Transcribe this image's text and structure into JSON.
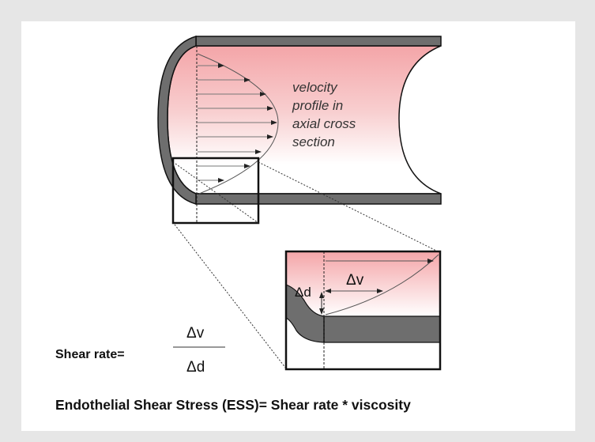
{
  "diagram": {
    "label_lines": [
      "velocity",
      "profile in",
      "axial cross",
      "section"
    ],
    "delta_v": "Δv",
    "delta_d": "Δd",
    "shear_rate_label": "Shear rate=",
    "fraction_numerator": "Δv",
    "fraction_denominator": "Δd",
    "formula": "Endothelial Shear Stress (ESS)= Shear rate * viscosity"
  },
  "colors": {
    "wall": "#6e6e6e",
    "blood": "#f4a5a8",
    "background": "#e6e6e6"
  }
}
